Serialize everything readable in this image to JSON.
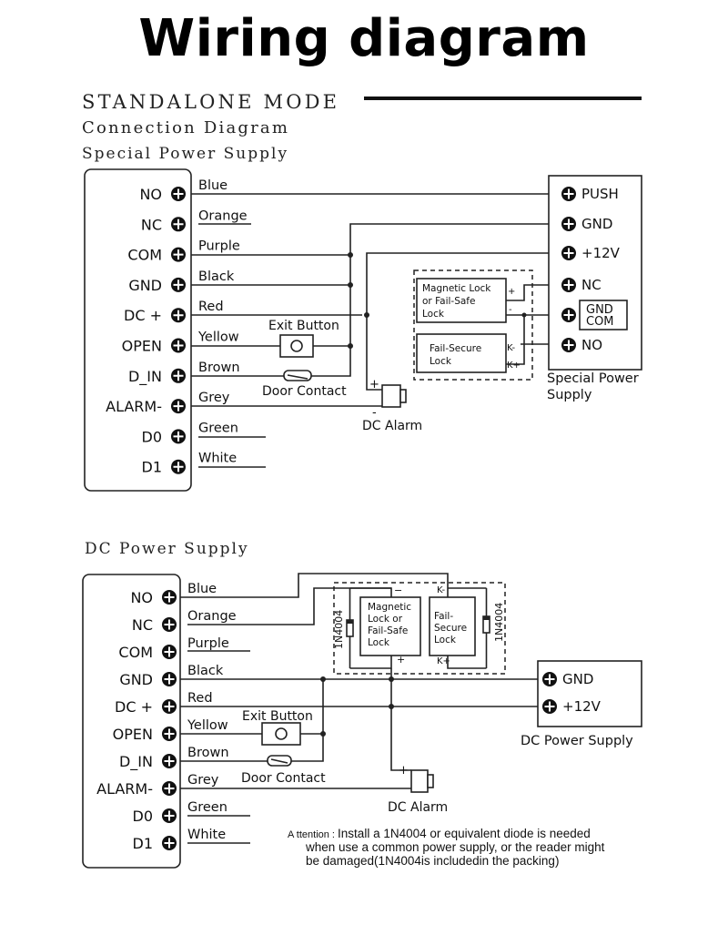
{
  "page": {
    "title": "Wiring diagram",
    "mode_heading": "STANDALONE MODE",
    "connection_heading": "Connection Diagram"
  },
  "section1": {
    "heading": "Special Power Supply",
    "terminals": [
      "NO",
      "NC",
      "COM",
      "GND",
      "DC +",
      "OPEN",
      "D_IN",
      "ALARM-",
      "D0",
      "D1"
    ],
    "wires": [
      "Blue",
      "Orange",
      "Purple",
      "Black",
      "Red",
      "Yellow",
      "Brown",
      "Grey",
      "Green",
      "White"
    ],
    "exit_button": "Exit Button",
    "door_contact": "Door Contact",
    "dc_alarm": "DC Alarm",
    "alarm_plus": "+",
    "alarm_minus": "-",
    "mag_lock": [
      "Magnetic Lock",
      "or Fail-Safe",
      "Lock"
    ],
    "mag_plus": "+",
    "mag_minus": "-",
    "fs_lock": [
      "Fail-Secure",
      "Lock"
    ],
    "fs_kminus": "K-",
    "fs_kplus": "K+",
    "psu_terminals": [
      "PUSH",
      "GND",
      "+12V",
      "NC",
      "NO"
    ],
    "psu_gndcom": [
      "GND",
      "COM"
    ],
    "psu_label": [
      "Special Power",
      "Supply"
    ]
  },
  "section2": {
    "heading": "DC Power Supply",
    "terminals": [
      "NO",
      "NC",
      "COM",
      "GND",
      "DC +",
      "OPEN",
      "D_IN",
      "ALARM-",
      "D0",
      "D1"
    ],
    "wires": [
      "Blue",
      "Orange",
      "Purple",
      "Black",
      "Red",
      "Yellow",
      "Brown",
      "Grey",
      "Green",
      "White"
    ],
    "exit_button": "Exit Button",
    "door_contact": "Door Contact",
    "dc_alarm": "DC Alarm",
    "alarm_plus": "+",
    "mag_lock": [
      "Magnetic",
      "Lock or",
      "Fail-Safe",
      "Lock"
    ],
    "mag_minus": "−",
    "mag_plus": "+",
    "fs_lock": [
      "Fail-",
      "Secure",
      "Lock"
    ],
    "fs_kminus": "K-",
    "fs_kplus": "K+",
    "diode": "1N4004",
    "psu_terminals": [
      "GND",
      "+12V"
    ],
    "psu_label": "DC Power Supply",
    "attention_prefix": "A ttention : ",
    "attention": [
      "Install a 1N4004 or equivalent diode is needed",
      "when use a common power supply, or the reader might",
      "be damaged(1N4004is includedin the packing)"
    ]
  },
  "icons": {
    "terminal": "screw-terminal-icon",
    "button": "push-button-icon",
    "contact": "door-contact-icon",
    "alarm": "alarm-icon",
    "diode": "diode-icon"
  }
}
